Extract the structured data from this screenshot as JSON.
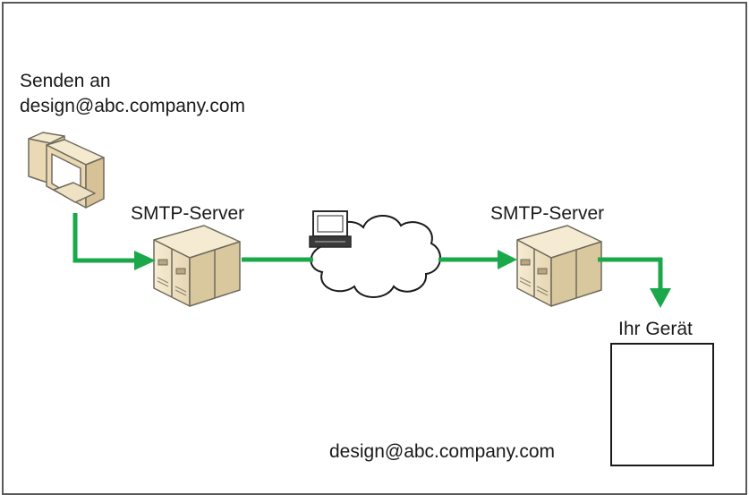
{
  "sender": {
    "line1": "Senden an",
    "line2": "design@abc.company.com"
  },
  "smtp_left": {
    "label": "SMTP-Server"
  },
  "smtp_right": {
    "label": "SMTP-Server"
  },
  "device": {
    "label": "Ihr Gerät",
    "address": "design@abc.company.com"
  },
  "colors": {
    "arrow": "#1aa84a",
    "frame": "#5a5a5a",
    "server_fill": "#efe2c4",
    "server_shade": "#d9c79e",
    "server_edge": "#6f6a5c"
  },
  "icons": [
    "computer-icon",
    "server-icon",
    "internet-cloud-icon",
    "terminal-icon",
    "device-icon"
  ]
}
